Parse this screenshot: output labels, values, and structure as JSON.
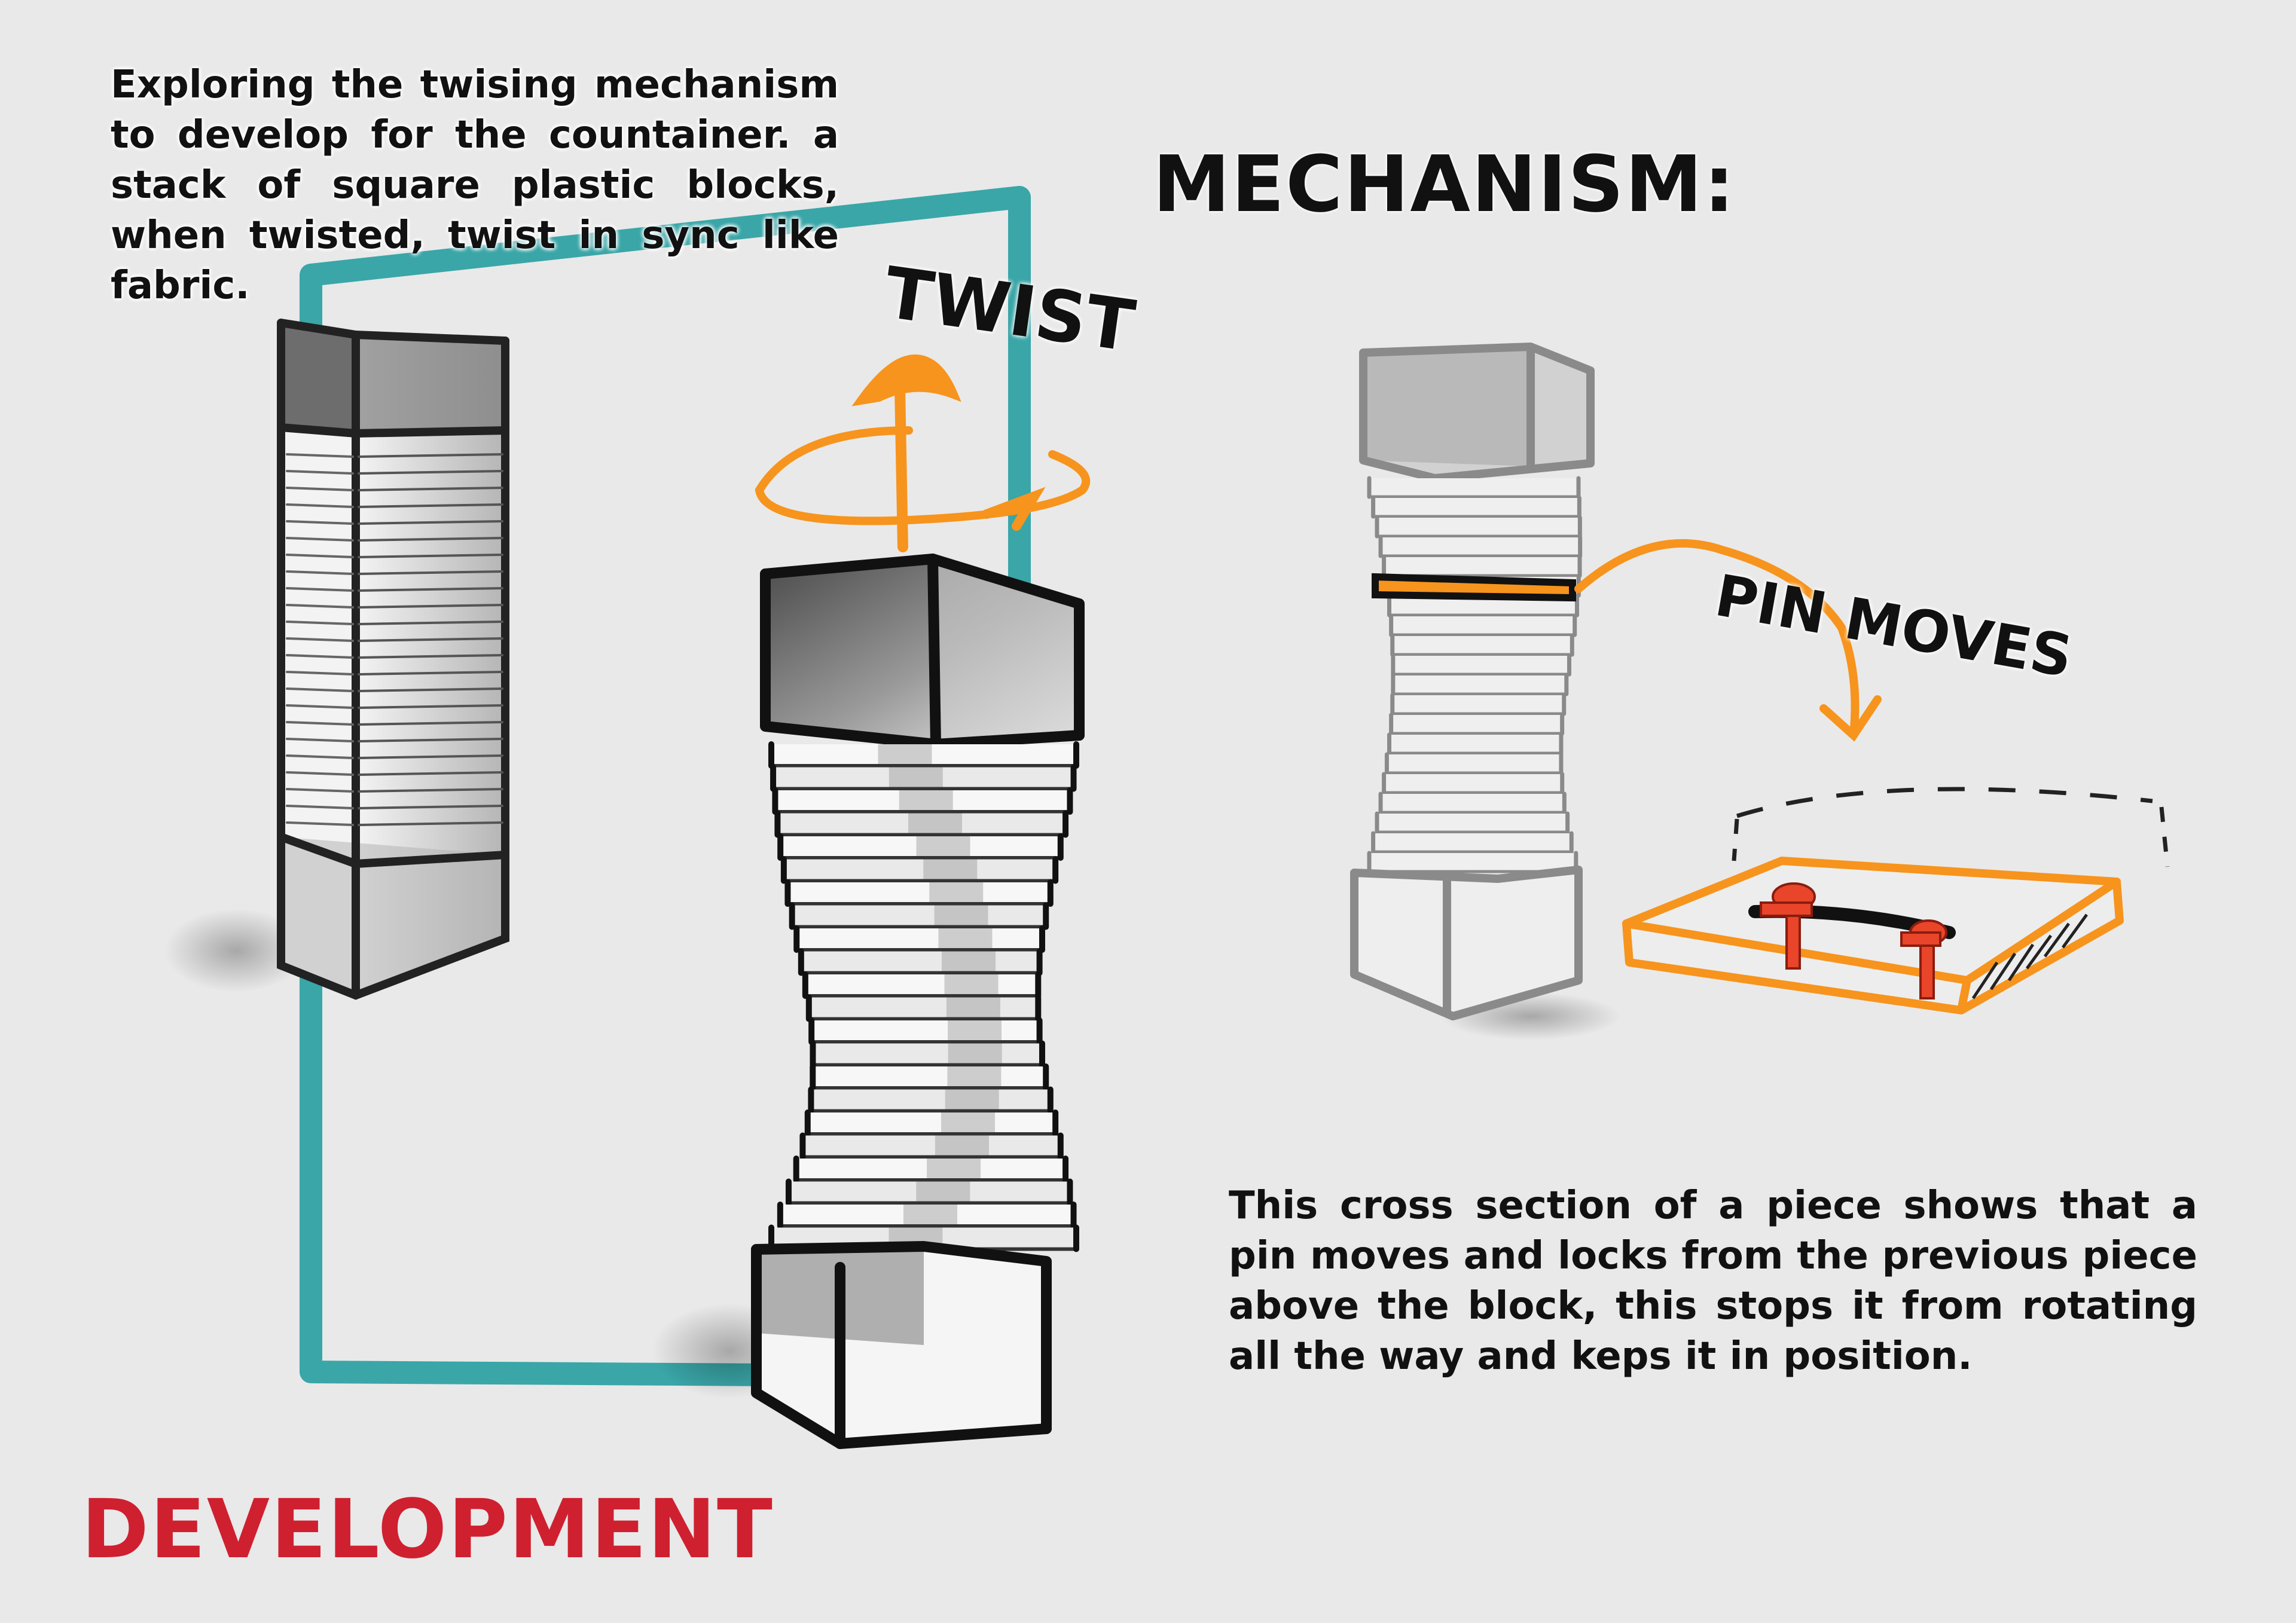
{
  "intro_text": "Exploring the twising mechanism to develop for the countainer. a stack of square plastic blocks, when twisted, twist in sync like fabric.",
  "mechanism_heading": "MECHANISM:",
  "twist_label": "TWIST",
  "pin_moves_label": "PIN MOVES",
  "description_text": "This cross section of a piece shows that a pin moves and locks from the previous piece above the block, this stops it from rotating all the way and keps it in position.",
  "footer_title": "DEVELOPMENT",
  "colors": {
    "background": "#e9e9e9",
    "teal_frame": "#3aa6a8",
    "orange_accent": "#f7941d",
    "pin_red": "#e8452a",
    "footer_red": "#cf2030",
    "ink": "#111111"
  }
}
